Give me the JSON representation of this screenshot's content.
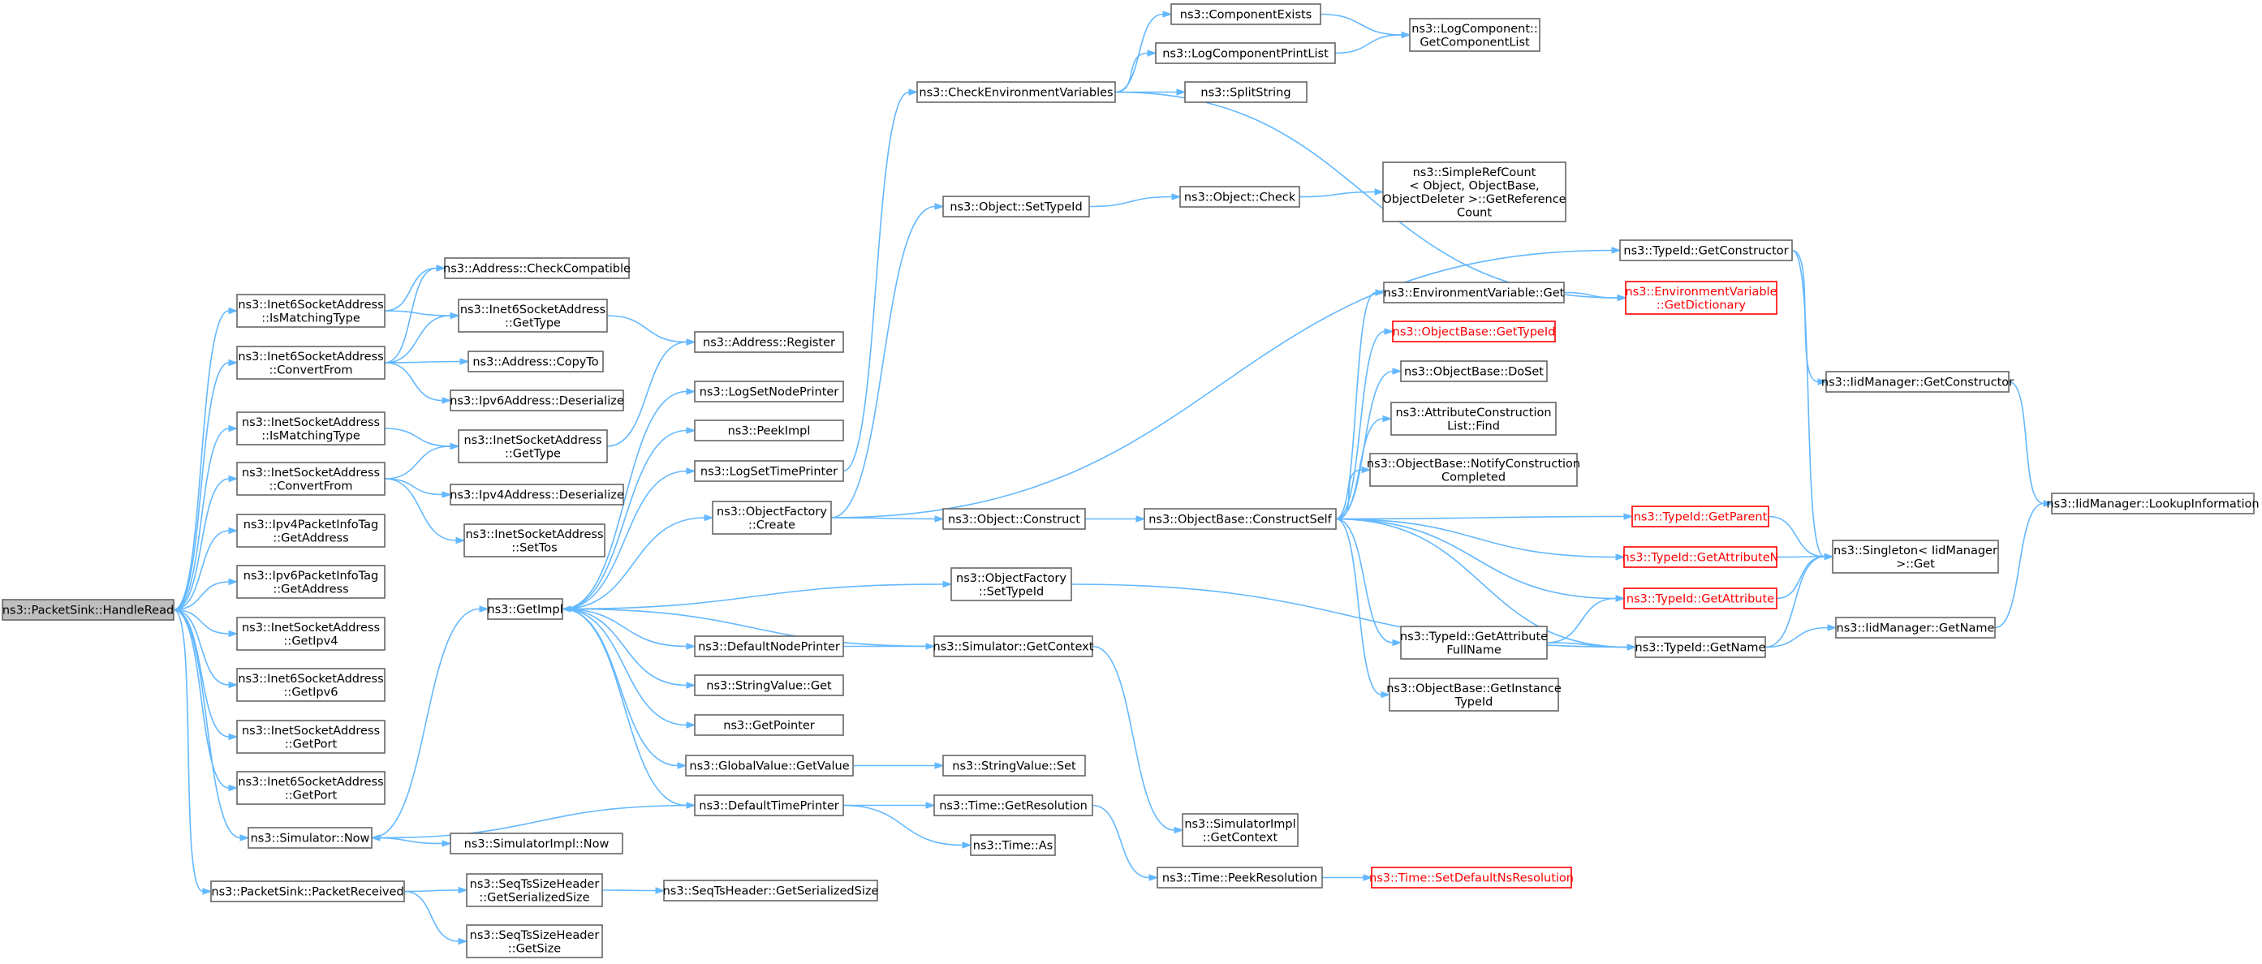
{
  "graph": {
    "nodes": [
      {
        "id": "root",
        "lines": [
          "ns3::PacketSink::HandleRead"
        ],
        "style": "root"
      },
      {
        "id": "i6_ismatch",
        "lines": [
          "ns3::Inet6SocketAddress",
          "::IsMatchingType"
        ]
      },
      {
        "id": "i6_convert",
        "lines": [
          "ns3::Inet6SocketAddress",
          "::ConvertFrom"
        ]
      },
      {
        "id": "i4_ismatch",
        "lines": [
          "ns3::InetSocketAddress",
          "::IsMatchingType"
        ]
      },
      {
        "id": "i4_convert",
        "lines": [
          "ns3::InetSocketAddress",
          "::ConvertFrom"
        ]
      },
      {
        "id": "ipv4tag",
        "lines": [
          "ns3::Ipv4PacketInfoTag",
          "::GetAddress"
        ]
      },
      {
        "id": "ipv6tag",
        "lines": [
          "ns3::Ipv6PacketInfoTag",
          "::GetAddress"
        ]
      },
      {
        "id": "i4_getipv4",
        "lines": [
          "ns3::InetSocketAddress",
          "::GetIpv4"
        ]
      },
      {
        "id": "i6_getipv6",
        "lines": [
          "ns3::Inet6SocketAddress",
          "::GetIpv6"
        ]
      },
      {
        "id": "i4_getport",
        "lines": [
          "ns3::InetSocketAddress",
          "::GetPort"
        ]
      },
      {
        "id": "i6_getport",
        "lines": [
          "ns3::Inet6SocketAddress",
          "::GetPort"
        ]
      },
      {
        "id": "sim_now",
        "lines": [
          "ns3::Simulator::Now"
        ]
      },
      {
        "id": "ps_received",
        "lines": [
          "ns3::PacketSink::PacketReceived"
        ]
      },
      {
        "id": "addr_checkcompat",
        "lines": [
          "ns3::Address::CheckCompatible"
        ]
      },
      {
        "id": "i6_gettype",
        "lines": [
          "ns3::Inet6SocketAddress",
          "::GetType"
        ]
      },
      {
        "id": "addr_copyto",
        "lines": [
          "ns3::Address::CopyTo"
        ]
      },
      {
        "id": "ipv6_deser",
        "lines": [
          "ns3::Ipv6Address::Deserialize"
        ]
      },
      {
        "id": "i4_gettype",
        "lines": [
          "ns3::InetSocketAddress",
          "::GetType"
        ]
      },
      {
        "id": "ipv4_deser",
        "lines": [
          "ns3::Ipv4Address::Deserialize"
        ]
      },
      {
        "id": "i4_settos",
        "lines": [
          "ns3::InetSocketAddress",
          "::SetTos"
        ]
      },
      {
        "id": "getimpl",
        "lines": [
          "ns3::GetImpl"
        ]
      },
      {
        "id": "simimpl_now",
        "lines": [
          "ns3::SimulatorImpl::Now"
        ]
      },
      {
        "id": "seq_getser",
        "lines": [
          "ns3::SeqTsSizeHeader",
          "::GetSerializedSize"
        ]
      },
      {
        "id": "seq_getsize",
        "lines": [
          "ns3::SeqTsSizeHeader",
          "::GetSize"
        ]
      },
      {
        "id": "addr_register",
        "lines": [
          "ns3::Address::Register"
        ]
      },
      {
        "id": "logsetnode",
        "lines": [
          "ns3::LogSetNodePrinter"
        ]
      },
      {
        "id": "peekimpl",
        "lines": [
          "ns3::PeekImpl"
        ]
      },
      {
        "id": "logsettime",
        "lines": [
          "ns3::LogSetTimePrinter"
        ]
      },
      {
        "id": "objfactory_create",
        "lines": [
          "ns3::ObjectFactory",
          "::Create"
        ]
      },
      {
        "id": "defnodeprinter",
        "lines": [
          "ns3::DefaultNodePrinter"
        ]
      },
      {
        "id": "stringvalue_get",
        "lines": [
          "ns3::StringValue::Get"
        ]
      },
      {
        "id": "getpointer",
        "lines": [
          "ns3::GetPointer"
        ]
      },
      {
        "id": "globalvalue_get",
        "lines": [
          "ns3::GlobalValue::GetValue"
        ]
      },
      {
        "id": "deftimeprinter",
        "lines": [
          "ns3::DefaultTimePrinter"
        ]
      },
      {
        "id": "seqts_getser",
        "lines": [
          "ns3::SeqTsHeader::GetSerializedSize"
        ]
      },
      {
        "id": "checkenv",
        "lines": [
          "ns3::CheckEnvironmentVariables"
        ]
      },
      {
        "id": "obj_settypeid",
        "lines": [
          "ns3::Object::SetTypeId"
        ]
      },
      {
        "id": "obj_construct",
        "lines": [
          "ns3::Object::Construct"
        ]
      },
      {
        "id": "objfactory_settypeid",
        "lines": [
          "ns3::ObjectFactory",
          "::SetTypeId"
        ]
      },
      {
        "id": "sim_getcontext",
        "lines": [
          "ns3::Simulator::GetContext"
        ]
      },
      {
        "id": "stringvalue_set",
        "lines": [
          "ns3::StringValue::Set"
        ]
      },
      {
        "id": "time_getres",
        "lines": [
          "ns3::Time::GetResolution"
        ]
      },
      {
        "id": "time_as",
        "lines": [
          "ns3::Time::As"
        ]
      },
      {
        "id": "compexists",
        "lines": [
          "ns3::ComponentExists"
        ]
      },
      {
        "id": "logcompprint",
        "lines": [
          "ns3::LogComponentPrintList"
        ]
      },
      {
        "id": "splitstring",
        "lines": [
          "ns3::SplitString"
        ]
      },
      {
        "id": "obj_check",
        "lines": [
          "ns3::Object::Check"
        ]
      },
      {
        "id": "objbase_constructself",
        "lines": [
          "ns3::ObjectBase::ConstructSelf"
        ]
      },
      {
        "id": "simimpl_getcontext",
        "lines": [
          "ns3::SimulatorImpl",
          "::GetContext"
        ]
      },
      {
        "id": "time_peekres",
        "lines": [
          "ns3::Time::PeekResolution"
        ]
      },
      {
        "id": "logcomp_getlist",
        "lines": [
          "ns3::LogComponent::",
          "GetComponentList"
        ]
      },
      {
        "id": "simplerefcount",
        "lines": [
          "ns3::SimpleRefCount",
          "< Object, ObjectBase,",
          "ObjectDeleter >::GetReference",
          "Count"
        ]
      },
      {
        "id": "envvar_get",
        "lines": [
          "ns3::EnvironmentVariable::Get"
        ]
      },
      {
        "id": "objbase_gettypeid",
        "lines": [
          "ns3::ObjectBase::GetTypeId"
        ],
        "style": "red"
      },
      {
        "id": "objbase_doset",
        "lines": [
          "ns3::ObjectBase::DoSet"
        ]
      },
      {
        "id": "attrconstr_find",
        "lines": [
          "ns3::AttributeConstruction",
          "List::Find"
        ]
      },
      {
        "id": "objbase_notify",
        "lines": [
          "ns3::ObjectBase::NotifyConstruction",
          "Completed"
        ]
      },
      {
        "id": "typeid_getattrfull",
        "lines": [
          "ns3::TypeId::GetAttribute",
          "FullName"
        ]
      },
      {
        "id": "objbase_getinst",
        "lines": [
          "ns3::ObjectBase::GetInstance",
          "TypeId"
        ]
      },
      {
        "id": "time_setdefns",
        "lines": [
          "ns3::Time::SetDefaultNsResolution"
        ],
        "style": "red"
      },
      {
        "id": "typeid_getconstructor",
        "lines": [
          "ns3::TypeId::GetConstructor"
        ]
      },
      {
        "id": "envvar_getdict",
        "lines": [
          "ns3::EnvironmentVariable",
          "::GetDictionary"
        ],
        "style": "red"
      },
      {
        "id": "typeid_getparent",
        "lines": [
          "ns3::TypeId::GetParent"
        ],
        "style": "red"
      },
      {
        "id": "typeid_getattrn",
        "lines": [
          "ns3::TypeId::GetAttributeN"
        ],
        "style": "red"
      },
      {
        "id": "typeid_getattr",
        "lines": [
          "ns3::TypeId::GetAttribute"
        ],
        "style": "red"
      },
      {
        "id": "typeid_getname",
        "lines": [
          "ns3::TypeId::GetName"
        ]
      },
      {
        "id": "iidmgr_getconstructor",
        "lines": [
          "ns3::IidManager::GetConstructor"
        ]
      },
      {
        "id": "singleton_get",
        "lines": [
          "ns3::Singleton< IidManager",
          ">::Get"
        ]
      },
      {
        "id": "iidmgr_getname",
        "lines": [
          "ns3::IidManager::GetName"
        ]
      },
      {
        "id": "iidmgr_lookup",
        "lines": [
          "ns3::IidManager::LookupInformation"
        ]
      }
    ],
    "edges": [
      [
        "root",
        "i6_ismatch"
      ],
      [
        "root",
        "i6_convert"
      ],
      [
        "root",
        "i4_ismatch"
      ],
      [
        "root",
        "i4_convert"
      ],
      [
        "root",
        "ipv4tag"
      ],
      [
        "root",
        "ipv6tag"
      ],
      [
        "root",
        "i4_getipv4"
      ],
      [
        "root",
        "i6_getipv6"
      ],
      [
        "root",
        "i4_getport"
      ],
      [
        "root",
        "i6_getport"
      ],
      [
        "root",
        "sim_now"
      ],
      [
        "root",
        "ps_received"
      ],
      [
        "i6_ismatch",
        "addr_checkcompat"
      ],
      [
        "i6_ismatch",
        "i6_gettype"
      ],
      [
        "i6_convert",
        "addr_checkcompat"
      ],
      [
        "i6_convert",
        "i6_gettype"
      ],
      [
        "i6_convert",
        "addr_copyto"
      ],
      [
        "i6_convert",
        "ipv6_deser"
      ],
      [
        "i4_ismatch",
        "i4_gettype"
      ],
      [
        "i4_convert",
        "i4_gettype"
      ],
      [
        "i4_convert",
        "ipv4_deser"
      ],
      [
        "i4_convert",
        "i4_settos"
      ],
      [
        "i6_gettype",
        "addr_register"
      ],
      [
        "i4_gettype",
        "addr_register"
      ],
      [
        "sim_now",
        "getimpl"
      ],
      [
        "sim_now",
        "simimpl_now"
      ],
      [
        "ps_received",
        "seq_getser"
      ],
      [
        "ps_received",
        "seq_getsize"
      ],
      [
        "seq_getser",
        "seqts_getser"
      ],
      [
        "getimpl",
        "logsetnode"
      ],
      [
        "getimpl",
        "peekimpl"
      ],
      [
        "getimpl",
        "logsettime"
      ],
      [
        "getimpl",
        "objfactory_create"
      ],
      [
        "getimpl",
        "objfactory_settypeid"
      ],
      [
        "getimpl",
        "defnodeprinter"
      ],
      [
        "getimpl",
        "stringvalue_get"
      ],
      [
        "getimpl",
        "getpointer"
      ],
      [
        "getimpl",
        "globalvalue_get"
      ],
      [
        "getimpl",
        "deftimeprinter"
      ],
      [
        "logsettime",
        "checkenv"
      ],
      [
        "objfactory_create",
        "obj_settypeid"
      ],
      [
        "objfactory_create",
        "obj_construct"
      ],
      [
        "objfactory_create",
        "typeid_getconstructor"
      ],
      [
        "defnodeprinter",
        "sim_getcontext"
      ],
      [
        "sim_getcontext",
        "getimpl"
      ],
      [
        "sim_getcontext",
        "simimpl_getcontext"
      ],
      [
        "globalvalue_get",
        "stringvalue_set"
      ],
      [
        "deftimeprinter",
        "sim_now"
      ],
      [
        "deftimeprinter",
        "time_getres"
      ],
      [
        "deftimeprinter",
        "time_as"
      ],
      [
        "time_getres",
        "time_peekres"
      ],
      [
        "time_peekres",
        "time_setdefns"
      ],
      [
        "checkenv",
        "compexists"
      ],
      [
        "checkenv",
        "logcompprint"
      ],
      [
        "checkenv",
        "splitstring"
      ],
      [
        "checkenv",
        "envvar_getdict"
      ],
      [
        "compexists",
        "logcomp_getlist"
      ],
      [
        "logcompprint",
        "logcomp_getlist"
      ],
      [
        "obj_settypeid",
        "obj_check"
      ],
      [
        "obj_check",
        "simplerefcount"
      ],
      [
        "obj_construct",
        "objbase_constructself"
      ],
      [
        "objfactory_settypeid",
        "typeid_getname"
      ],
      [
        "objbase_constructself",
        "envvar_get"
      ],
      [
        "objbase_constructself",
        "objbase_gettypeid"
      ],
      [
        "objbase_constructself",
        "objbase_doset"
      ],
      [
        "objbase_constructself",
        "attrconstr_find"
      ],
      [
        "objbase_constructself",
        "objbase_notify"
      ],
      [
        "objbase_constructself",
        "typeid_getparent"
      ],
      [
        "objbase_constructself",
        "typeid_getattrn"
      ],
      [
        "objbase_constructself",
        "typeid_getattr"
      ],
      [
        "objbase_constructself",
        "typeid_getattrfull"
      ],
      [
        "objbase_constructself",
        "objbase_getinst"
      ],
      [
        "objbase_constructself",
        "typeid_getname"
      ],
      [
        "envvar_get",
        "envvar_getdict"
      ],
      [
        "typeid_getattrfull",
        "typeid_getattr"
      ],
      [
        "typeid_getattrfull",
        "typeid_getname"
      ],
      [
        "typeid_getconstructor",
        "iidmgr_getconstructor"
      ],
      [
        "typeid_getconstructor",
        "singleton_get"
      ],
      [
        "typeid_getparent",
        "singleton_get"
      ],
      [
        "typeid_getattrn",
        "singleton_get"
      ],
      [
        "typeid_getattr",
        "singleton_get"
      ],
      [
        "typeid_getname",
        "singleton_get"
      ],
      [
        "typeid_getname",
        "iidmgr_getname"
      ],
      [
        "iidmgr_getconstructor",
        "iidmgr_lookup"
      ],
      [
        "iidmgr_getname",
        "iidmgr_lookup"
      ]
    ]
  },
  "colors": {
    "edge": "#63b8ff",
    "node_border": "#666666",
    "node_border_highlight": "#ff0000",
    "root_fill": "#bfbfbf",
    "text": "#000000",
    "text_highlight": "#ff0000"
  }
}
